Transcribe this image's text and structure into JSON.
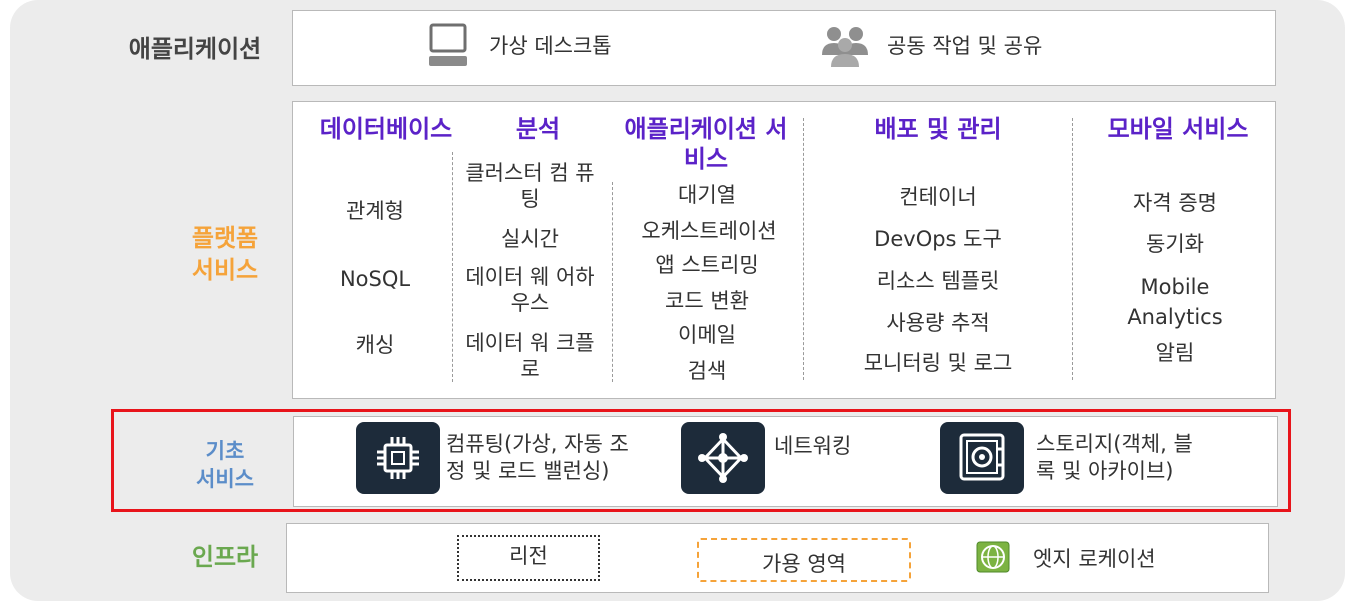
{
  "application": {
    "label": "애플리케이션",
    "items": [
      {
        "icon": "laptop-icon",
        "label": "가상 데스크톱"
      },
      {
        "icon": "people-group-icon",
        "label": "공동 작업 및 공유"
      }
    ]
  },
  "platform": {
    "label_line1": "플랫폼",
    "label_line2": "서비스",
    "columns": [
      {
        "title": "데이터베이스",
        "items": [
          "관계형",
          "NoSQL",
          "캐싱"
        ]
      },
      {
        "title": "분석",
        "items": [
          "클러스터 컴 퓨팅",
          "실시간",
          "데이터 웨 어하우스",
          "데이터 워 크플로"
        ]
      },
      {
        "title": "애플리케이션 서비스",
        "items": [
          "대기열",
          "오케스트레이션",
          "앱 스트리밍",
          "코드 변환",
          "이메일",
          "검색"
        ]
      },
      {
        "title": "배포 및 관리",
        "items": [
          "컨테이너",
          "DevOps 도구",
          "리소스 템플릿",
          "사용량 추적",
          "모니터링 및 로그"
        ]
      },
      {
        "title": "모바일 서비스",
        "items": [
          "자격 증명",
          "동기화",
          "Mobile Analytics",
          "알림"
        ]
      }
    ]
  },
  "foundation": {
    "label_line1": "기초",
    "label_line2": "서비스",
    "items": [
      {
        "icon": "chip-icon",
        "line1": "컴퓨팅(가상, 자동 조",
        "line2": "정 및 로드 밸런싱)"
      },
      {
        "icon": "network-icon",
        "line1": "네트워킹",
        "line2": ""
      },
      {
        "icon": "storage-vault-icon",
        "line1": "스토리지(객체, 블",
        "line2": "록 및 아카이브)"
      }
    ]
  },
  "infrastructure": {
    "label": "인프라",
    "items": [
      {
        "label": "리전"
      },
      {
        "label": "가용 영역"
      },
      {
        "icon": "edge-location-icon",
        "label": "엣지 로케이션"
      }
    ]
  },
  "colors": {
    "platform_label": "#f5a33a",
    "foundation_label": "#5b8dc9",
    "infrastructure_label": "#6aa84f",
    "column_title": "#5b22c8",
    "highlight_border": "#e8141b",
    "availability_zone_border": "#f5a33a"
  }
}
